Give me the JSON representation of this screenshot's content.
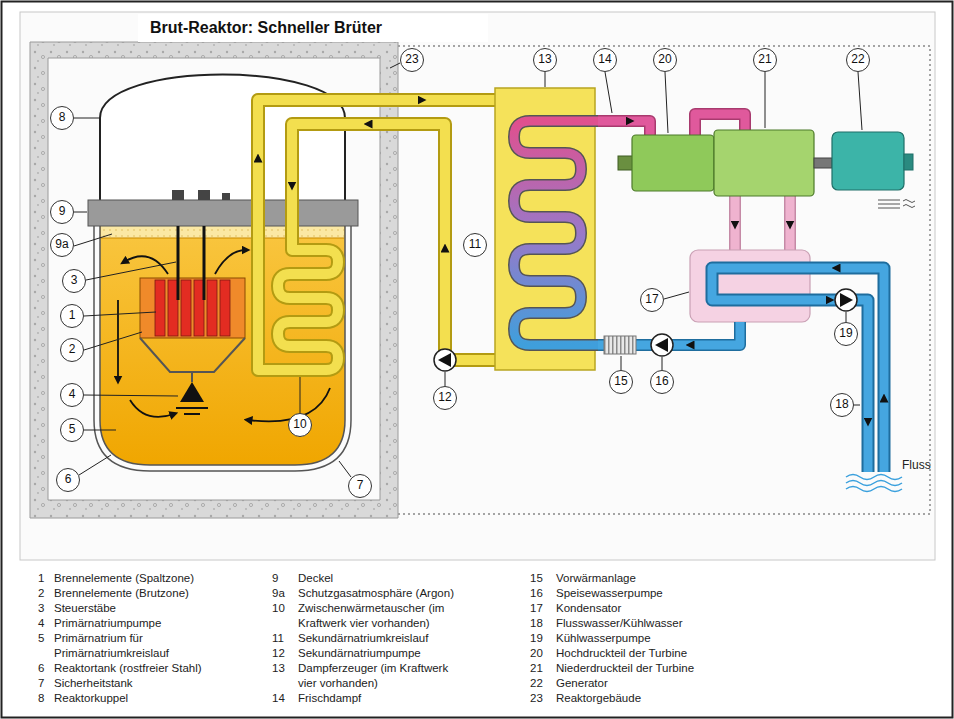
{
  "diagram": {
    "title": "Brut-Reaktor: Schneller Brüter",
    "labels": [
      "23",
      "13",
      "14",
      "20",
      "21",
      "22",
      "8",
      "9",
      "9a",
      "11",
      "3",
      "1",
      "17",
      "2",
      "15",
      "16",
      "19",
      "4",
      "12",
      "10",
      "5",
      "18",
      "6",
      "7",
      "Fluss",
      "1",
      "Brennelemente (Spaltzone)",
      "2",
      "Brennelemente (Brutzone)",
      "3",
      "Steuerstäbe",
      "4",
      "Primärnatriumpumpe",
      "5",
      "Primärnatrium für Primärnatriumkreislauf",
      "6",
      "Reaktortank (rostfreier Stahl)",
      "7",
      "Sicherheitstank",
      "8",
      "Reaktorkuppel",
      "9",
      "Deckel",
      "9a",
      "Schutzgasatmosphäre (Argon)",
      "10",
      "Zwischenwärmetauscher (im Kraftwerk vier vorhanden)",
      "11",
      "Sekundärnatriumkreislauf",
      "12",
      "Sekundärnatriumpumpe",
      "13",
      "Dampferzeuger (im Kraftwerk vier vorhanden)",
      "14",
      "Frischdampf",
      "15",
      "Vorwärmanlage",
      "16",
      "Speisewasserpumpe",
      "17",
      "Kondensator",
      "18",
      "Flusswasser/Kühlwasser",
      "19",
      "Kühlwasserpumpe",
      "20",
      "Hochdruckteil der Turbine",
      "21",
      "Niederdruckteil der Turbine",
      "22",
      "Generator",
      "23",
      "Reaktorgebäude"
    ]
  }
}
